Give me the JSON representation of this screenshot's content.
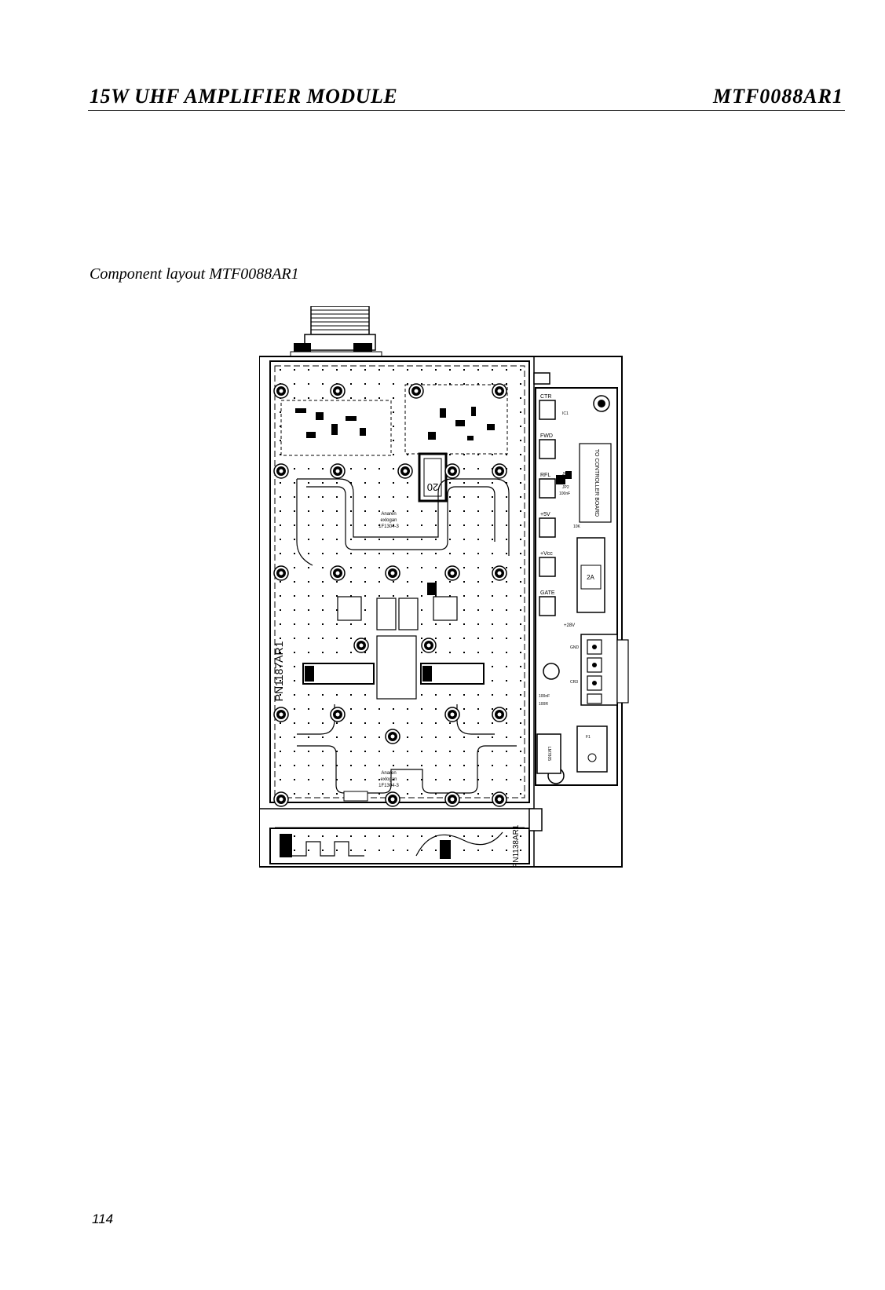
{
  "header": {
    "title": "15W UHF AMPLIFIER MODULE",
    "code": "MTF0088AR1"
  },
  "caption": "Component layout MTF0088AR1",
  "page_number": "114",
  "board": {
    "pn_main": "PN1187AR1",
    "pn_driver": "PN1138AR1",
    "hybrid_brand": "Anaren",
    "hybrid_word": "exlogan",
    "hybrid_part": "1F1304-3",
    "part_20": "20",
    "part_2a": "2A",
    "bias_labels": [
      "CTR",
      "FWD",
      "RFL",
      "+5V",
      "+Vcc",
      "GATE"
    ],
    "ctrl_labels": [
      "TO CONTROLLER BOARD",
      "100nF",
      "10K",
      "100R",
      "LM7805",
      "CR3",
      "GND",
      "+28V",
      "F1",
      "IC1",
      "JP1",
      "JP2"
    ]
  }
}
